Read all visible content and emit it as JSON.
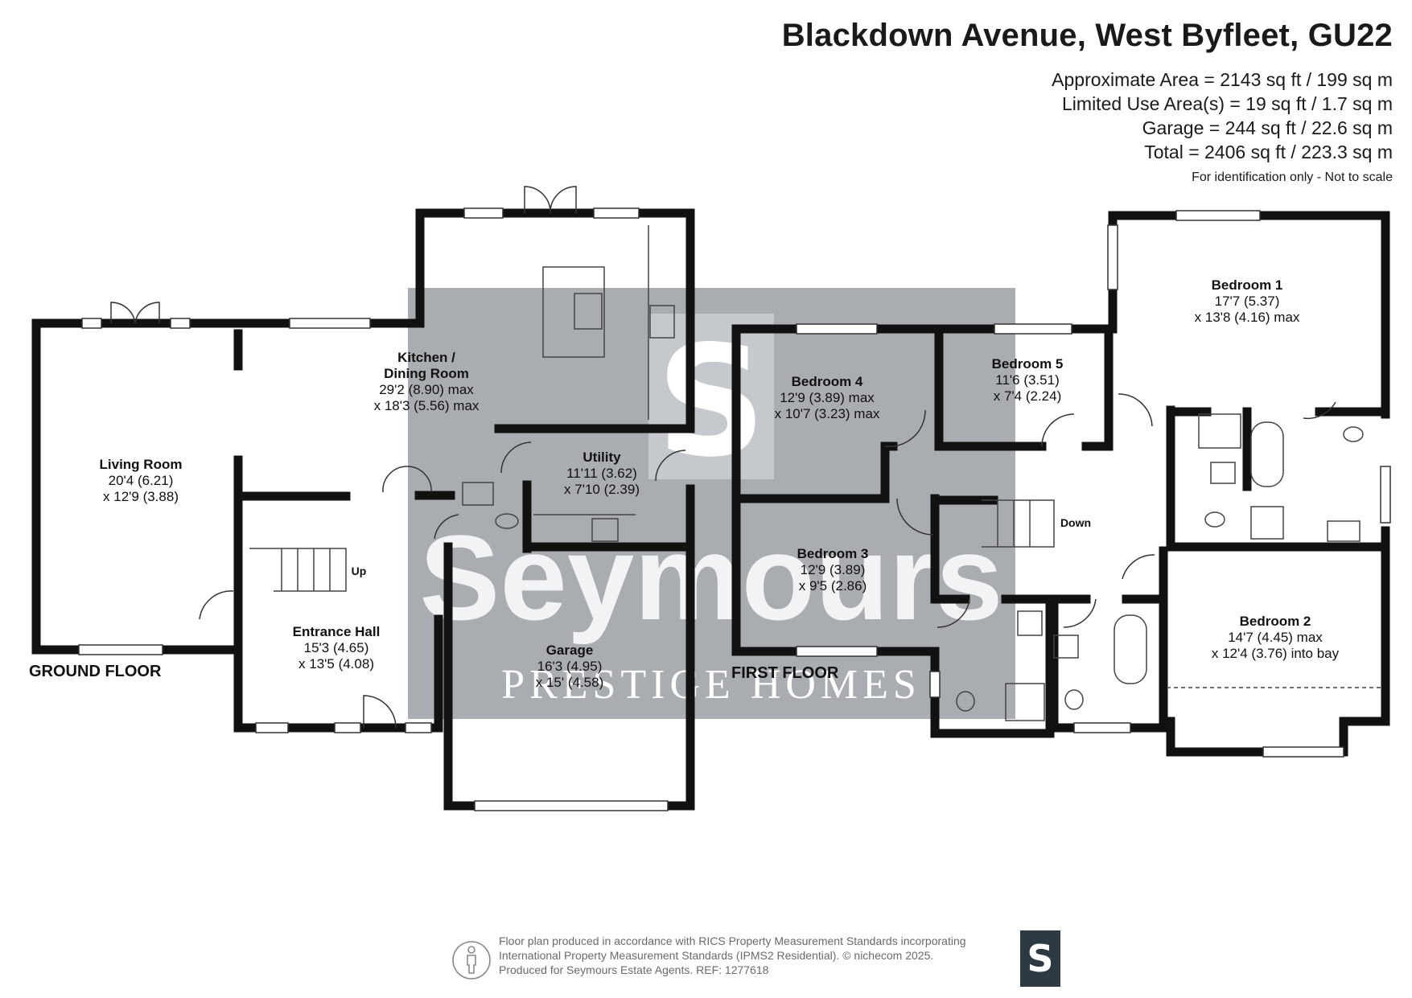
{
  "header": {
    "title": "Blackdown Avenue, West Byfleet, GU22",
    "areas": [
      "Approximate Area = 2143 sq ft / 199 sq m",
      "Limited Use Area(s) = 19 sq ft / 1.7 sq m",
      "Garage = 244 sq ft / 22.6 sq m",
      "Total = 2406 sq ft / 223.3 sq m"
    ],
    "note": "For identification only - Not to scale"
  },
  "floors": {
    "ground": "GROUND FLOOR",
    "first": "FIRST FLOOR"
  },
  "rooms": {
    "living": {
      "name": "Living Room",
      "dim1": "20'4 (6.21)",
      "dim2": "x 12'9 (3.88)"
    },
    "kitchen": {
      "name1": "Kitchen /",
      "name2": "Dining Room",
      "dim1": "29'2 (8.90) max",
      "dim2": "x 18'3 (5.56) max"
    },
    "utility": {
      "name": "Utility",
      "dim1": "11'11 (3.62)",
      "dim2": "x 7'10 (2.39)"
    },
    "entrance": {
      "name": "Entrance Hall",
      "dim1": "15'3 (4.65)",
      "dim2": "x 13'5 (4.08)"
    },
    "garage": {
      "name": "Garage",
      "dim1": "16'3 (4.95)",
      "dim2": "x 15' (4.58)"
    },
    "bed1": {
      "name": "Bedroom 1",
      "dim1": "17'7 (5.37)",
      "dim2": "x 13'8 (4.16) max"
    },
    "bed2": {
      "name": "Bedroom 2",
      "dim1": "14'7 (4.45) max",
      "dim2": "x 12'4 (3.76) into bay"
    },
    "bed3": {
      "name": "Bedroom 3",
      "dim1": "12'9 (3.89)",
      "dim2": "x 9'5 (2.86)"
    },
    "bed4": {
      "name": "Bedroom 4",
      "dim1": "12'9 (3.89) max",
      "dim2": "x 10'7 (3.23) max"
    },
    "bed5": {
      "name": "Bedroom 5",
      "dim1": "11'6 (3.51)",
      "dim2": "x 7'4 (2.24)"
    }
  },
  "stairs": {
    "up": "Up",
    "down": "Down"
  },
  "watermark": {
    "brand": "Seymours",
    "sub": "PRESTIGE HOMES",
    "letter": "S"
  },
  "footer": {
    "line1": "Floor plan produced in accordance with RICS Property Measurement Standards incorporating",
    "line2": "International Property Measurement Standards (IPMS2 Residential).  © nichecom 2025.",
    "line3": "Produced for Seymours Estate Agents.   REF:  1277618"
  },
  "logo": {
    "letter": "S"
  },
  "colors": {
    "wall": "#111111",
    "watermark": "#a9adb2",
    "logo_bg": "#2c3a44"
  }
}
